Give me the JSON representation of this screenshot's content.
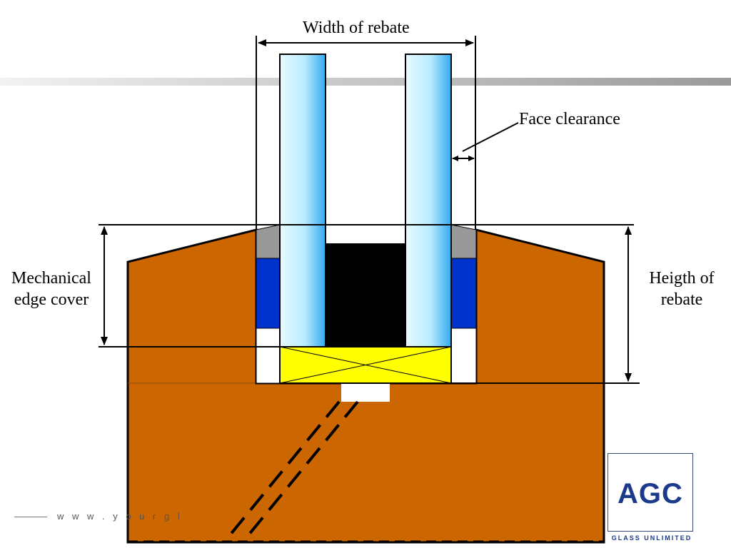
{
  "labels": {
    "width_of_rebate": "Width of rebate",
    "face_clearance": "Face clearance",
    "mechanical_edge_cover_1": "Mechanical",
    "mechanical_edge_cover_2": "edge cover",
    "height_of_rebate_1": "Heigth of",
    "height_of_rebate_2": "rebate"
  },
  "footer": {
    "url": "w w w . y o u r g l"
  },
  "logo": {
    "mark": "AGC",
    "tagline": "GLASS UNLIMITED"
  },
  "colors": {
    "frame": "#CC6600",
    "glass_edge": "#33AAEE",
    "glass_light": "#E8FAFF",
    "seal_blue": "#0033CC",
    "seal_gray": "#999999",
    "setting_block": "#FFFF00",
    "spacer": "#000000",
    "header_band": "#D0D0D0",
    "logo_blue": "#1B3A8A"
  }
}
